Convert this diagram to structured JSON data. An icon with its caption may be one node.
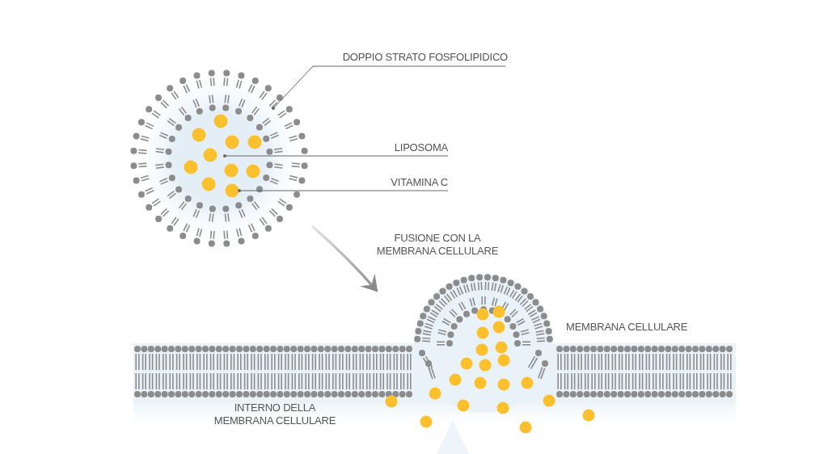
{
  "diagram": {
    "nodes": [
      {
        "text": [],
        "shape": "picture"
      },
      {
        "text": [
          "DOPPIO STRATO FOSFOLIPIDICO"
        ]
      },
      {
        "text": [
          "LIPOSOMA"
        ]
      },
      {
        "text": [
          "VITAMINA C"
        ]
      },
      {
        "text": [],
        "shape": "circle",
        "in": 0
      },
      {
        "text": [],
        "shape": "picture"
      }
    ],
    "edges": [
      {
        "from": 1,
        "to": 0,
        "arrow": "other"
      },
      {
        "from": 2,
        "to": 0,
        "arrow": "other"
      },
      {
        "from": 3,
        "to": 4,
        "arrow": "other"
      },
      {
        "from": 0,
        "to": 5,
        "arrow": "to"
      }
    ],
    "labels": [
      "FUSIONE CON LA MEMBRANA CELLULARE",
      "MEMBRANA CELLULARE",
      "INTERNO DELLA MEMBRANA CELLULARE"
    ]
  }
}
